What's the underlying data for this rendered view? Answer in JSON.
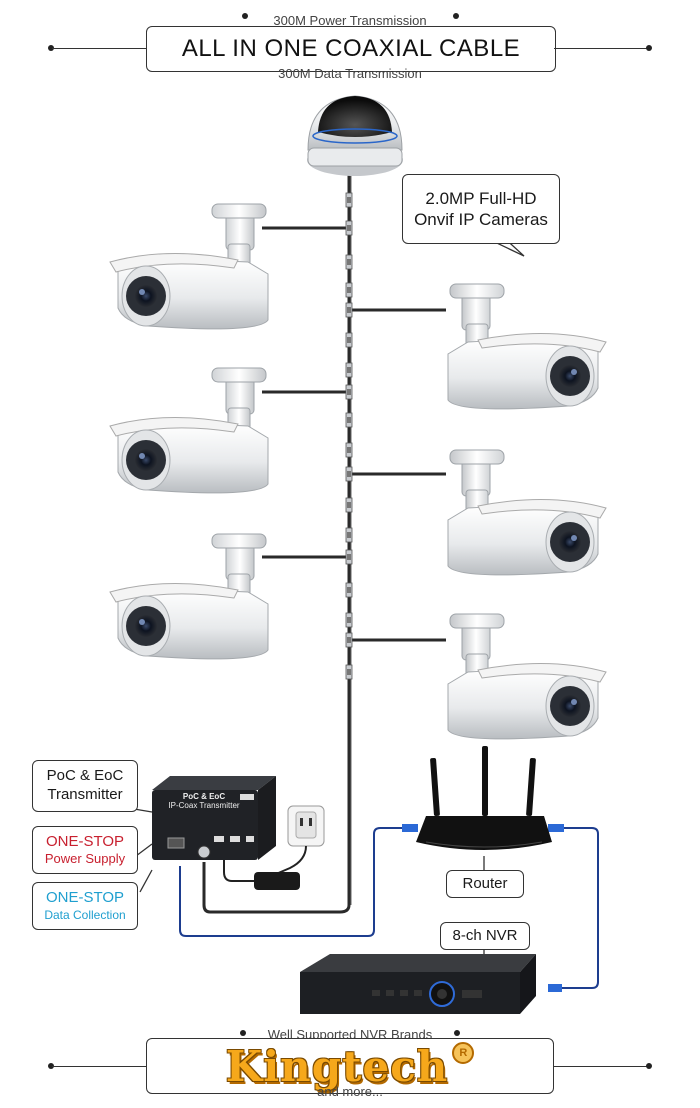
{
  "header": {
    "top_line": "300M Power Transmission",
    "title": "ALL IN ONE COAXIAL CABLE",
    "bottom_line": "300M Data Transmission"
  },
  "camera_callout": {
    "line1": "2.0MP Full-HD",
    "line2": "Onvif IP Cameras"
  },
  "transmitter": {
    "label_line1": "PoC & EoC",
    "label_line2": "Transmitter",
    "device_line1": "PoC & EoC",
    "device_line2": "IP-Coax Transmitter"
  },
  "power_box": {
    "line1": "ONE-STOP",
    "line2": "Power Supply",
    "accent": "#c8202f"
  },
  "data_box": {
    "line1": "ONE-STOP",
    "line2": "Data Collection",
    "accent": "#1f9fcf"
  },
  "router": {
    "label": "Router"
  },
  "nvr": {
    "label": "8-ch NVR"
  },
  "footer": {
    "top_line": "Well Supported NVR Brands",
    "brand": "Kingtech",
    "registered": "R",
    "bottom_line": "and more...",
    "brand_color": "#f6a81b"
  },
  "icons": [
    "dome-camera-icon",
    "bullet-camera-icon",
    "router-icon",
    "nvr-icon",
    "power-adapter-icon",
    "wall-outlet-icon"
  ]
}
